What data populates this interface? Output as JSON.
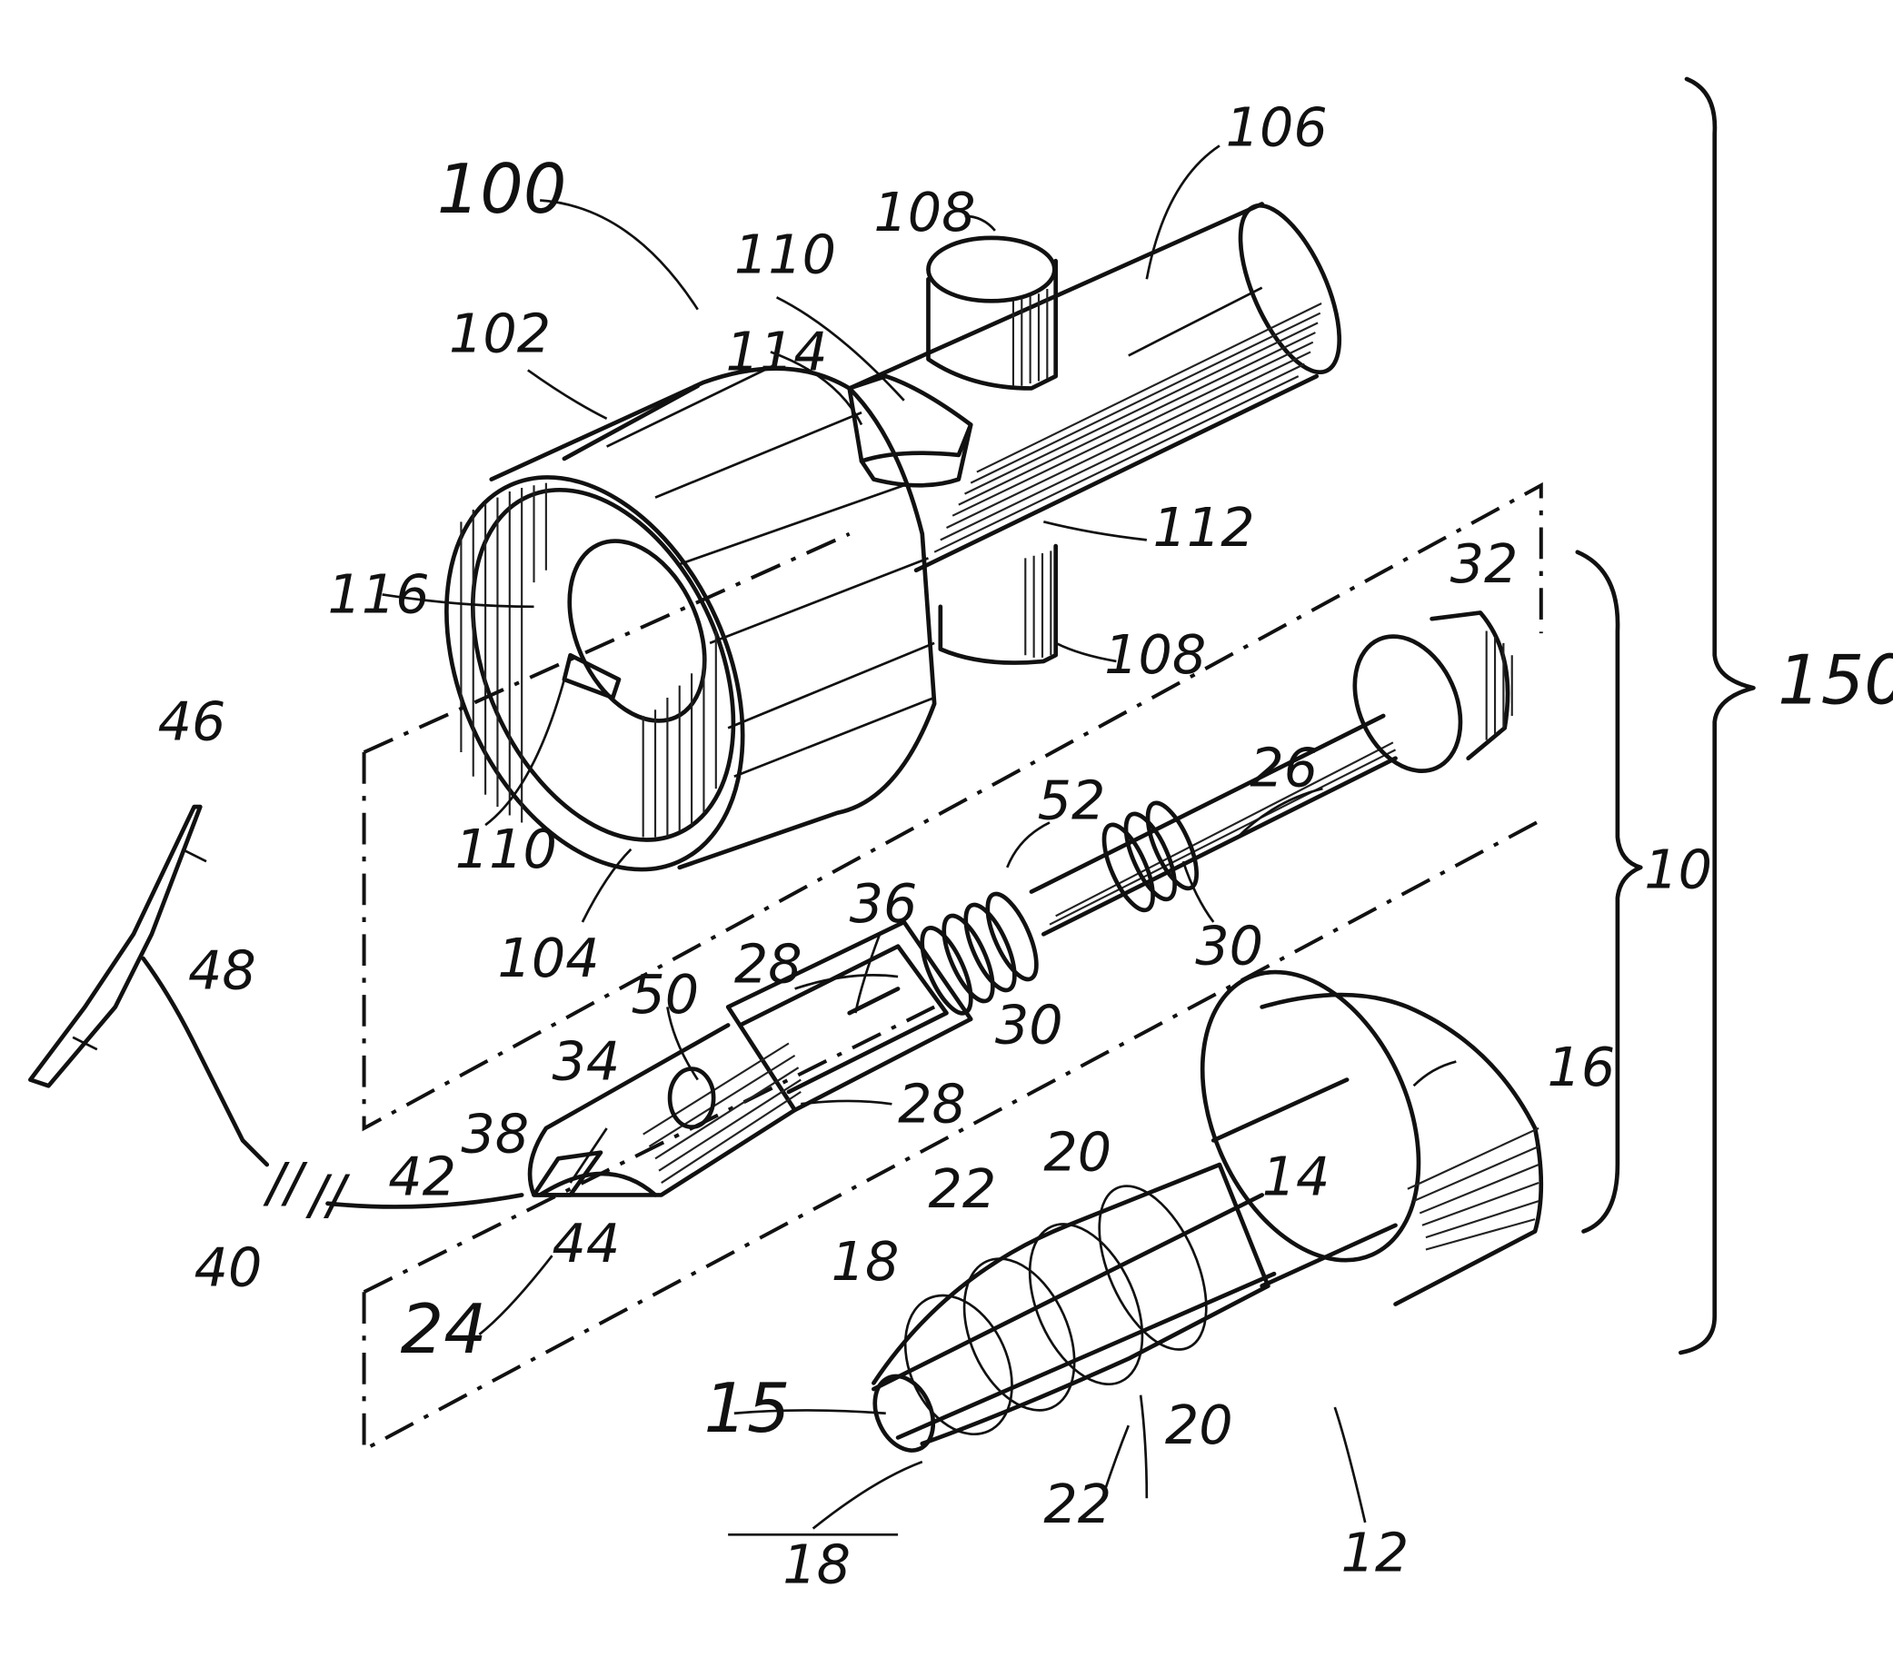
{
  "labels": {
    "l100": "100",
    "l106": "106",
    "l108a": "108",
    "l110a": "110",
    "l102": "102",
    "l114": "114",
    "l112": "112",
    "l116": "116",
    "l108b": "108",
    "l110b": "110",
    "l104": "104",
    "l32": "32",
    "l150": "150",
    "l26": "26",
    "l52": "52",
    "l10": "10",
    "l30a": "30",
    "l30b": "30",
    "l36": "36",
    "l28a": "28",
    "l28b": "28",
    "l50": "50",
    "l34": "34",
    "l38": "38",
    "l46": "46",
    "l48": "48",
    "l40": "40",
    "l42": "42",
    "l44": "44",
    "l24": "24",
    "l16": "16",
    "l20a": "20",
    "l14": "14",
    "l22a": "22",
    "l18a": "18",
    "l15": "15",
    "l22b": "22",
    "l20b": "20",
    "l18b": "18",
    "l12": "12",
    "break1": "//",
    "break2": "//"
  }
}
